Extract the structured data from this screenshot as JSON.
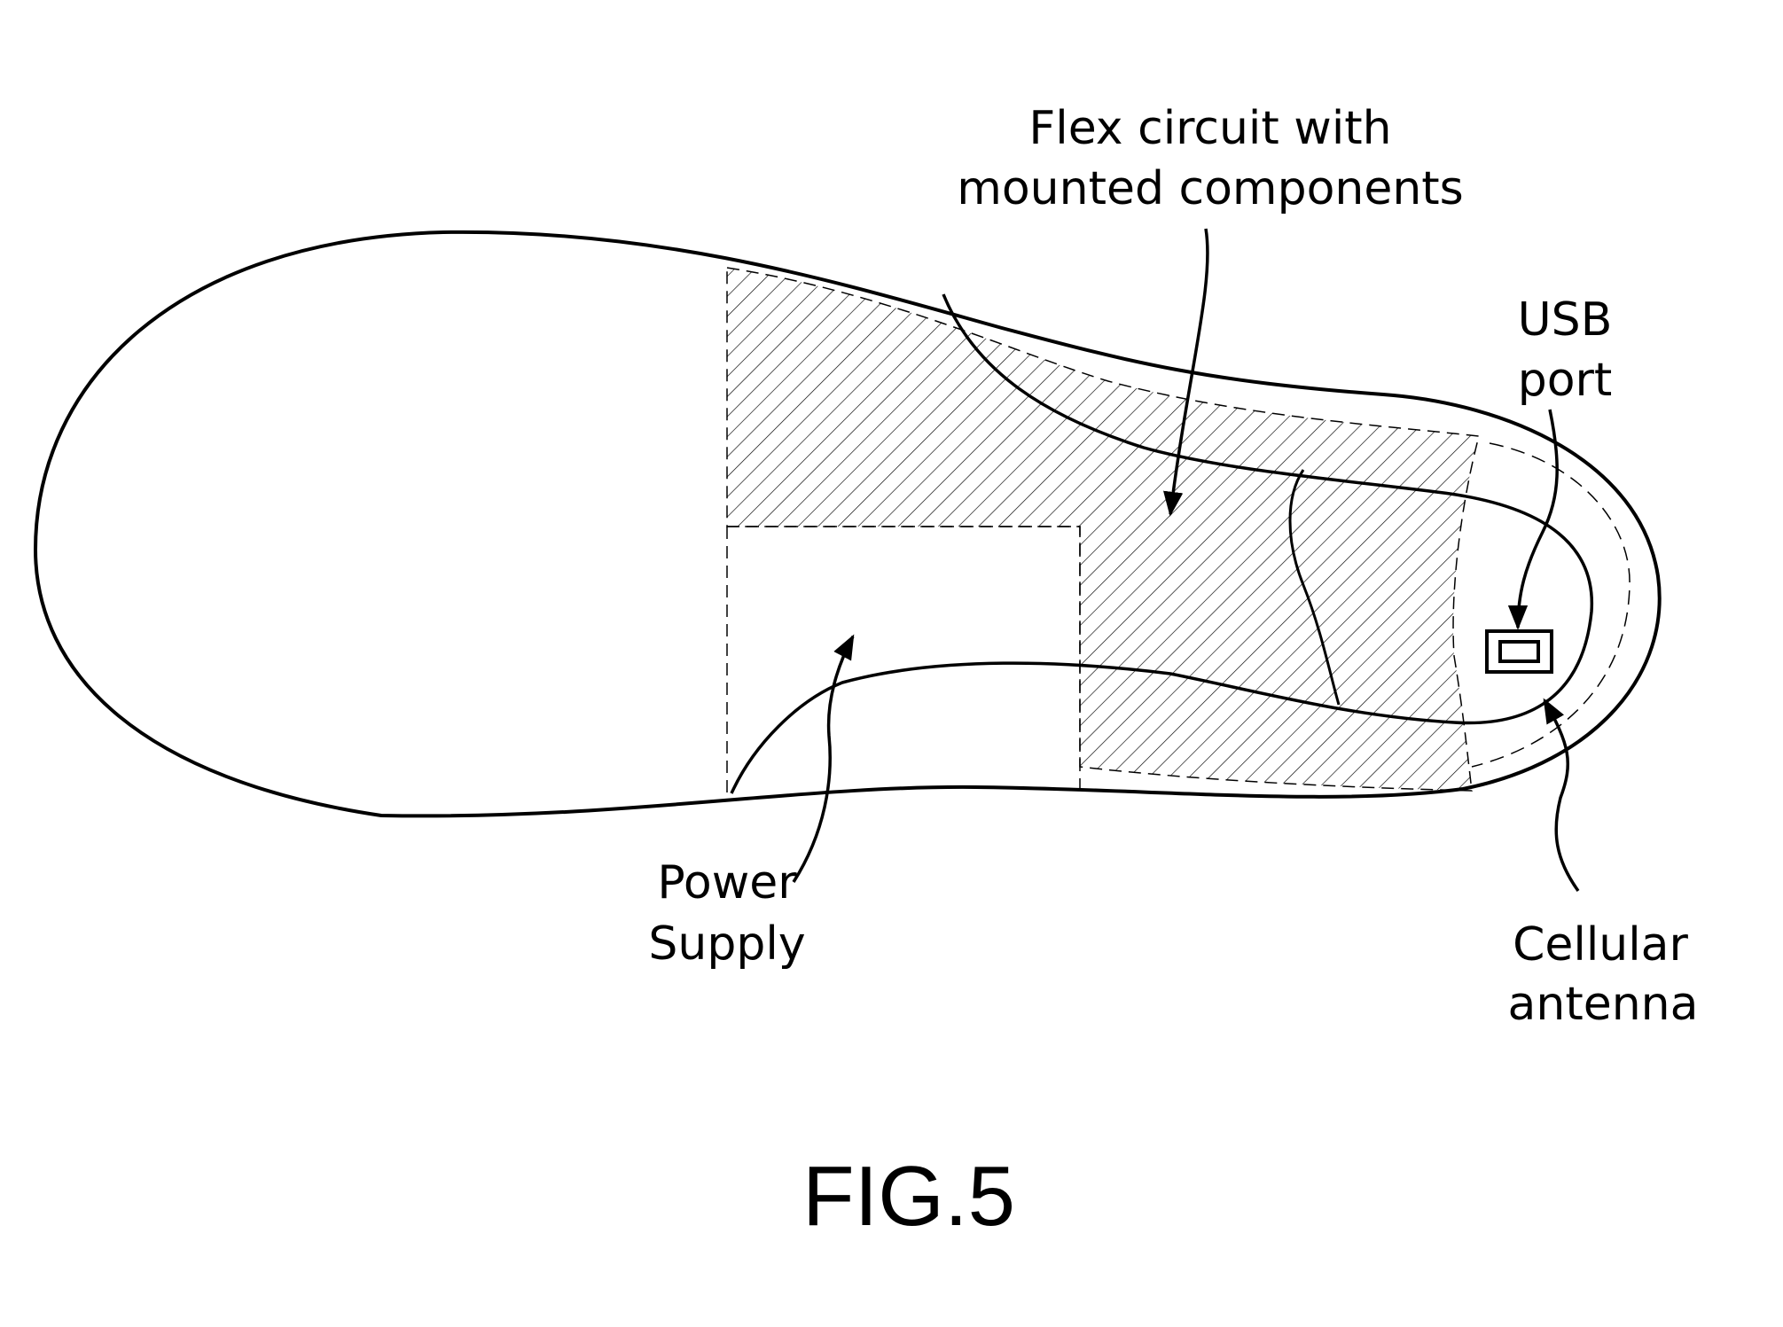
{
  "figure": {
    "caption": "FIG.5",
    "labels": {
      "flex_line1": "Flex circuit with",
      "flex_line2": "mounted components",
      "usb_line1": "USB",
      "usb_line2": "port",
      "power_line1": "Power",
      "power_line2": "Supply",
      "cell_line1": "Cellular",
      "cell_line2": "antenna"
    }
  },
  "colors": {
    "ink": "#000000",
    "background": "#ffffff"
  }
}
